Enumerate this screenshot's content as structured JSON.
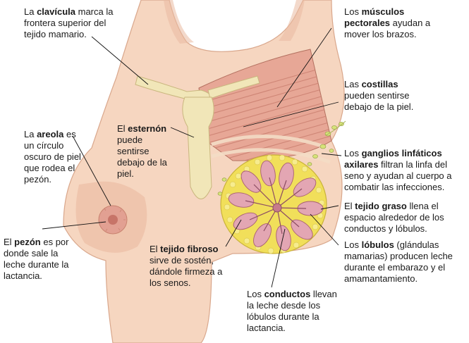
{
  "labels": {
    "clavicula": {
      "pre": "La ",
      "term": "clavícula",
      "post": " marca la frontera superior del tejido mamario."
    },
    "musculos": {
      "pre": "Los ",
      "term": "músculos pectorales",
      "post": " ayudan a mover los brazos."
    },
    "costillas": {
      "pre": "Las ",
      "term": "costillas",
      "post": " pueden sentirse debajo de la piel."
    },
    "areola": {
      "pre": "La ",
      "term": "areola",
      "post": " es un círculo oscuro de piel que rodea el pezón."
    },
    "esternon": {
      "pre": "El ",
      "term": "esternón",
      "post": " puede sentirse debajo de la piel."
    },
    "ganglios": {
      "pre": "Los ",
      "term": "ganglios linfáticos axilares",
      "post": " filtran la linfa del seno y ayudan al cuerpo a combatir las infecciones."
    },
    "graso": {
      "pre": "El ",
      "term": "tejido graso",
      "post": " llena el espacio alrededor de los conductos y lóbulos."
    },
    "pezon": {
      "pre": "El ",
      "term": "pezón",
      "post": " es por donde sale la leche durante la lactancia."
    },
    "fibroso": {
      "pre": "El ",
      "term": "tejido fibroso",
      "post": " sirve de sostén, dándole firmeza a los senos."
    },
    "lobulos": {
      "pre": "Los ",
      "term": "lóbulos",
      "post": " (glándulas mamarias) producen leche durante el embarazo y el amamantamiento."
    },
    "conductos": {
      "pre": "Los ",
      "term": "conductos",
      "post": " llevan la leche desde los lóbulos durante la lactancia."
    }
  },
  "colors": {
    "skin": "#f6d6c0",
    "skin_shadow": "#e9b9a0",
    "muscle": "#e7a796",
    "muscle_stripe": "#c97e6e",
    "bone": "#f1e6b8",
    "fat": "#f1df5a",
    "lobule": "#e3a6b3",
    "lobule_outline": "#a85f74",
    "leader": "#111111"
  }
}
